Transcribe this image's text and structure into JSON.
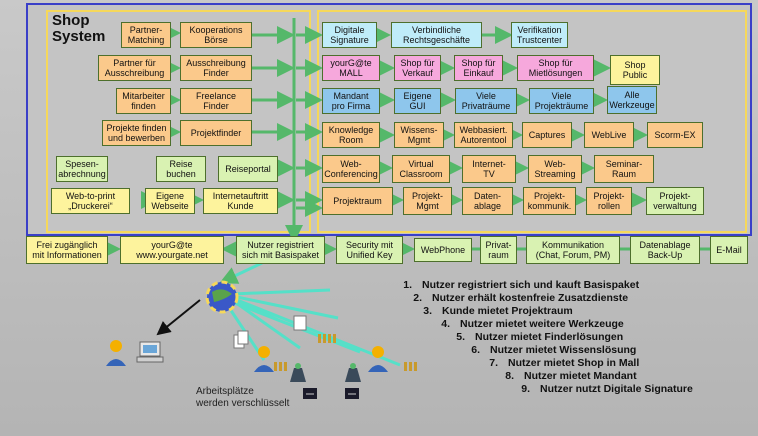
{
  "title": {
    "line1": "Shop",
    "line2": "System"
  },
  "grid": {
    "left_col1": [
      "Partner-\nMatching",
      "Partner für\nAusschreibung",
      "Mitarbeiter\nfinden",
      "Projekte finden\nund bewerben",
      "Spesen-\nabrechnung",
      "Web-to-print\n„Druckerei“"
    ],
    "left_col2": [
      "Kooperations\nBörse",
      "Ausschreibung\nFinder",
      "Freelance\nFinder",
      "Projektfinder",
      "Reise\nbuchen",
      "Eigene\nWebseite"
    ],
    "left_col3": [
      "Reiseportal",
      "Internetauftritt\nKunde"
    ],
    "sig_row": [
      "Digitale\nSignature",
      "Verbindliche\nRechtsgeschäfte",
      "Verifikation\nTrustcenter"
    ],
    "shop_row": [
      "yourG@te\nMALL",
      "Shop für\nVerkauf",
      "Shop für\nEinkauf",
      "Shop für\nMietlösungen",
      "Shop\nPublic"
    ],
    "mandant_row": [
      "Mandant\npro Firma",
      "Eigene\nGUI",
      "Viele\nPrivaträume",
      "Viele\nProjekträume",
      "Alle\nWerkzeuge"
    ],
    "knowledge_row": [
      "Knowledge\nRoom",
      "Wissens-\nMgmt",
      "Webbasiert.\nAutorentool",
      "Captures",
      "WebLive",
      "Scorm-EX"
    ],
    "web_row": [
      "Web-\nConferencing",
      "Virtual\nClassroom",
      "Internet-\nTV",
      "Web-\nStreaming",
      "Seminar-\nRaum"
    ],
    "proj_row": [
      "Projektraum",
      "Projekt-\nMgmt",
      "Daten-\nablage",
      "Projekt-\nkommunik.",
      "Projekt-\nrollen",
      "Projekt-\nverwaltung"
    ],
    "bottom_row": [
      "Frei zugänglich\nmit Informationen",
      "yourG@te\nwww.yourgate.net",
      "Nutzer registriert\nsich mit Basispaket",
      "Security mit\nUnified Key",
      "WebPhone",
      "Privat-\nraum",
      "Kommunikation\n(Chat, Forum, PM)",
      "Datenablage\nBack-Up",
      "E-Mail"
    ]
  },
  "steps": [
    {
      "n": "1.",
      "text": "Nutzer registriert sich und kauft Basispaket"
    },
    {
      "n": "2.",
      "text": "Nutzer erhält kostenfreie Zusatzdienste"
    },
    {
      "n": "3.",
      "text": "Kunde mietet Projektraum"
    },
    {
      "n": "4.",
      "text": "Nutzer mietet weitere Werkzeuge"
    },
    {
      "n": "5.",
      "text": "Nutzer mietet Finderlösungen"
    },
    {
      "n": "6.",
      "text": "Nutzer mietet Wissenslösung"
    },
    {
      "n": "7.",
      "text": "Nutzer mietet Shop in Mall"
    },
    {
      "n": "8.",
      "text": "Nutzer mietet Mandant"
    },
    {
      "n": "9.",
      "text": "Nutzer nutzt Digitale Signature"
    }
  ],
  "workstations_label": "Arbeitsplätze\nwerden verschlüsselt",
  "colors": {
    "orange": "#fbc98b",
    "green": "#d9f2b2",
    "cyan": "#bfecf9",
    "pink": "#f6a8dc",
    "yellow": "#fdf39d",
    "blue": "#8ec6ec",
    "frame_blue": "#3a3fc8",
    "frame_yellow": "#f6d85a",
    "arrow_green": "#55b86a"
  }
}
